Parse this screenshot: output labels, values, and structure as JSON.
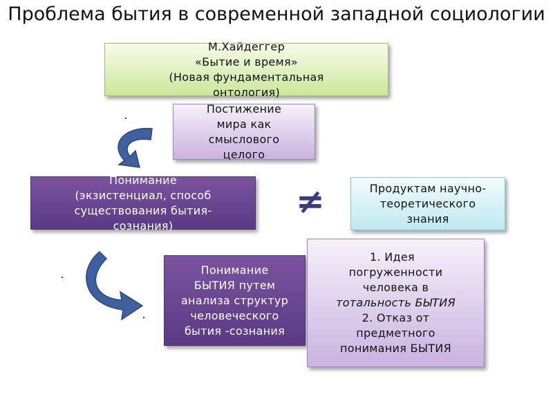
{
  "title": "Проблема бытия в современной западной социологии",
  "box_heidegger": [
    "М.Хайдеггер",
    "«Бытие и время»",
    "(Новая фундаментальная",
    "онтология)"
  ],
  "box_comprehension": [
    "Постижение",
    "мира как",
    "смыслового",
    "целого"
  ],
  "box_understanding": [
    "Понимание",
    "(экзистенциал, способ",
    "существования бытия-",
    "сознания)"
  ],
  "box_products": [
    "Продуктам научно-",
    "теоретического",
    "знания"
  ],
  "not_equal_symbol": "≠",
  "box_understanding_being": [
    "Понимание",
    "БЫТИЯ путем",
    "анализа структур",
    "человеческого",
    "бытия -сознания"
  ],
  "box_ideas": [
    "1. Идея",
    "погруженности",
    "человека в",
    "тотальность БЫТИЯ",
    "2. Отказ  от",
    "предметного",
    "понимания БЫТИЯ"
  ],
  "colors": {
    "green": "#cbe79a",
    "light_purple": "#c9b3e0",
    "dark_purple": "#5b3a83",
    "cyan": "#bfe9f2",
    "arrow": "#3f5f9f"
  }
}
